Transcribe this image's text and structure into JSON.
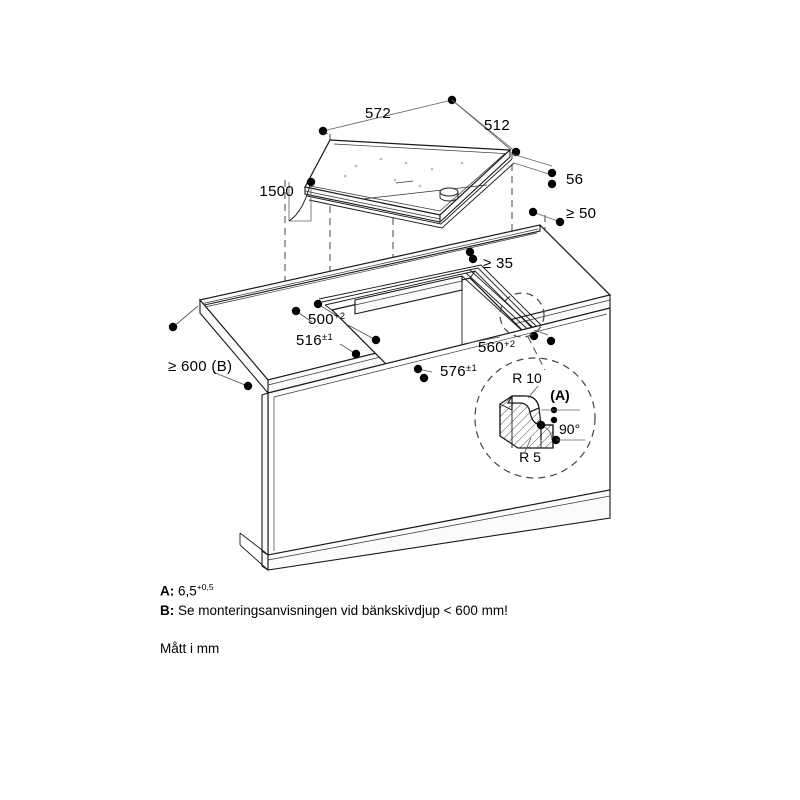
{
  "diagram": {
    "title": "Cooktop installation dimension drawing",
    "units_note": "Mått i mm",
    "line_color": "#1a1a1a",
    "background_color": "#ffffff"
  },
  "dimensions": {
    "cooktop_width": "572",
    "cooktop_depth": "512",
    "cable_length": "1500",
    "cooktop_height": "56",
    "clearance_below": "≥ 50",
    "clearance_rear": "≥ 35",
    "cutout_depth_inner": "500",
    "cutout_depth_inner_tol": "+2",
    "ledge_depth": "516",
    "ledge_depth_tol": "±1",
    "cutout_width_inner": "560",
    "cutout_width_inner_tol": "+2",
    "ledge_width": "576",
    "ledge_width_tol": "±1",
    "worktop_depth": "≥ 600 (B)"
  },
  "detail": {
    "label_a": "(A)",
    "radius_outer": "R 10",
    "radius_inner": "R 5",
    "angle": "90°"
  },
  "notes": {
    "a_key": "A:",
    "a_value": "6,5",
    "a_tolerance": "+0,5",
    "b_key": "B:",
    "b_value": "Se monteringsanvisningen vid bänkskivdjup < 600 mm!",
    "units": "Mått i mm"
  }
}
